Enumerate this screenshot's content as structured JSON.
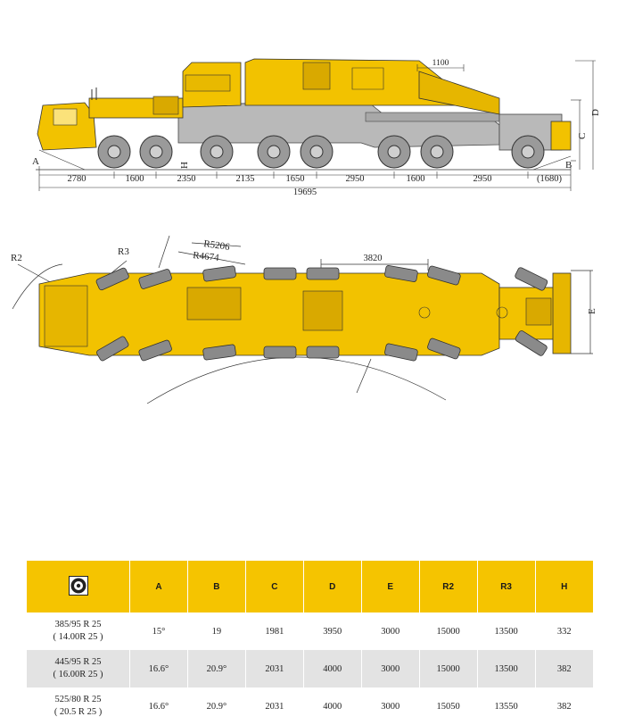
{
  "side_view": {
    "dims_bottom": [
      "2780",
      "1600",
      "2350",
      "2135",
      "1650",
      "2950",
      "1600",
      "2950",
      "(1680)"
    ],
    "total_length": "19695",
    "top_dim": "1100",
    "label_a": "A",
    "label_b": "B",
    "label_c": "C",
    "label_d": "D",
    "label_h": "H"
  },
  "top_view": {
    "label_r2": "R2",
    "label_r3": "R3",
    "label_r5206": "R5206",
    "label_r4674": "R4674",
    "dim_3820": "3820",
    "label_e": "E"
  },
  "table": {
    "header_icon": "tire-icon",
    "columns": [
      "A",
      "B",
      "C",
      "D",
      "E",
      "R2",
      "R3",
      "H"
    ],
    "rows": [
      {
        "tire": [
          "385/95 R 25",
          "( 14.00R 25 )"
        ],
        "values": [
          "15°",
          "19",
          "1981",
          "3950",
          "3000",
          "15000",
          "13500",
          "332"
        ]
      },
      {
        "tire": [
          "445/95 R 25",
          "( 16.00R 25 )"
        ],
        "values": [
          "16.6°",
          "20.9°",
          "2031",
          "4000",
          "3000",
          "15000",
          "13500",
          "382"
        ]
      },
      {
        "tire": [
          "525/80 R 25",
          "( 20.5 R 25 )"
        ],
        "values": [
          "16.6°",
          "20.9°",
          "2031",
          "4000",
          "3000",
          "15050",
          "13550",
          "382"
        ]
      }
    ]
  },
  "colors": {
    "body_yellow": "#f2c200",
    "header_yellow": "#f5c400",
    "chassis_grey": "#b9b9b9",
    "row_grey": "#e3e3e3"
  }
}
